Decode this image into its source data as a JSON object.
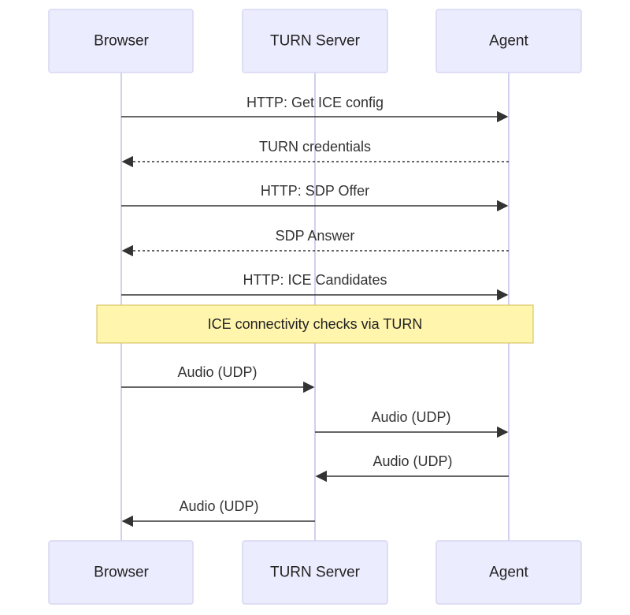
{
  "participants": [
    {
      "id": "browser",
      "label": "Browser"
    },
    {
      "id": "turn",
      "label": "TURN Server"
    },
    {
      "id": "agent",
      "label": "Agent"
    }
  ],
  "messages": [
    {
      "from": "browser",
      "to": "agent",
      "label": "HTTP: Get ICE config",
      "style": "solid"
    },
    {
      "from": "agent",
      "to": "browser",
      "label": "TURN credentials",
      "style": "dashed"
    },
    {
      "from": "browser",
      "to": "agent",
      "label": "HTTP: SDP Offer",
      "style": "solid"
    },
    {
      "from": "agent",
      "to": "browser",
      "label": "SDP Answer",
      "style": "dashed"
    },
    {
      "from": "browser",
      "to": "agent",
      "label": "HTTP: ICE Candidates",
      "style": "solid"
    },
    {
      "from": "browser",
      "to": "turn",
      "label": "Audio (UDP)",
      "style": "solid"
    },
    {
      "from": "turn",
      "to": "agent",
      "label": "Audio (UDP)",
      "style": "solid"
    },
    {
      "from": "agent",
      "to": "turn",
      "label": "Audio (UDP)",
      "style": "solid"
    },
    {
      "from": "turn",
      "to": "browser",
      "label": "Audio (UDP)",
      "style": "solid"
    }
  ],
  "note": {
    "label": "ICE connectivity checks via TURN",
    "span": [
      "browser",
      "agent"
    ]
  },
  "colors": {
    "actor_fill": "#ECECFF",
    "actor_border": "#D6D6F2",
    "lifeline": "#D0D0EE",
    "message": "#333333",
    "note_fill": "#FFF5AD",
    "note_border": "#D8C86A"
  }
}
